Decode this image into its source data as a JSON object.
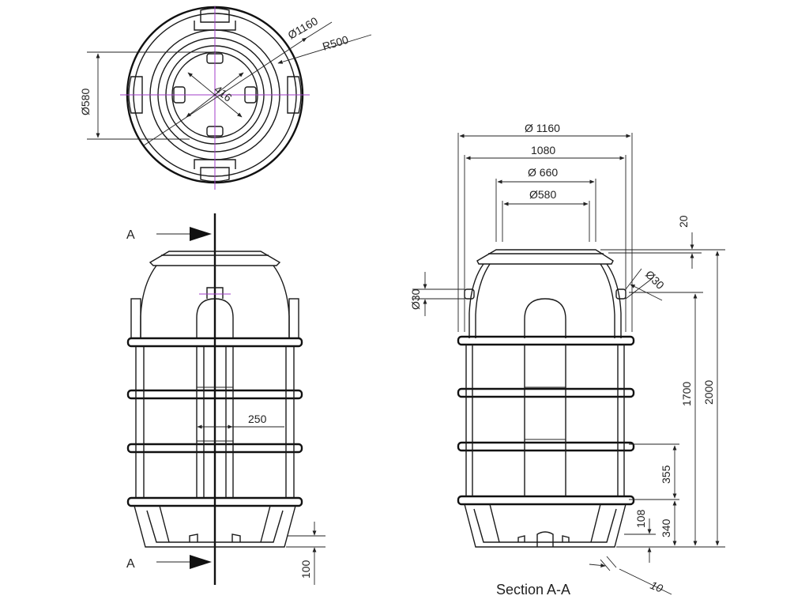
{
  "top_view": {
    "dim_outer_diameter": "Ø1160",
    "dim_radius": "R500",
    "dim_inner_diameter": "Ø580",
    "dim_bolt_circle": "416"
  },
  "front_view": {
    "section_label_top": "A",
    "section_label_bottom": "A",
    "dim_rib_width": "250",
    "dim_base_height": "100"
  },
  "section_view": {
    "title": "Section A-A",
    "dim_outer_diameter": "Ø 1160",
    "dim_rib_width": "1080",
    "dim_neck_outer": "Ø 660",
    "dim_neck_inner": "Ø580",
    "dim_lid_height": "20",
    "dim_pipe_left": "Ø30",
    "dim_pipe_right": "Ø30",
    "dim_body_height": "1700",
    "dim_total_height": "2000",
    "dim_rib_spacing": "355",
    "dim_bottom_rib": "340",
    "dim_bottom_rib_offset": "108",
    "dim_wall": "10"
  }
}
